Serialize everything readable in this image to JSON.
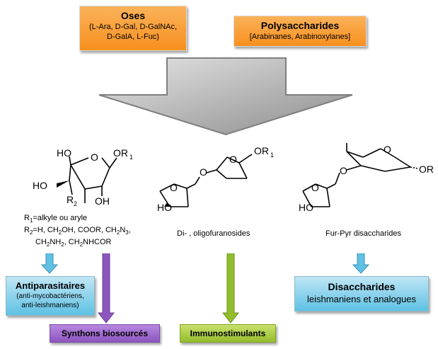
{
  "boxes": {
    "oses": {
      "title": "Oses",
      "line1": "(L-Ara, D-Gal, D-GalNAc,",
      "line2": "D-GalA, L-Fuc)"
    },
    "polysaccharides": {
      "title": "Polysaccharides",
      "subtitle": "[Arabinanes, Arabinoxylanes]"
    },
    "antiparasitaires": {
      "title": "Antiparasitaires",
      "line1": "(anti-mycobactériens,",
      "line2": "anti-leishmaniens)"
    },
    "synthons": {
      "title": "Synthons biosourcés"
    },
    "immuno": {
      "title": "Immunostimulants"
    },
    "disaccharides": {
      "title": "Disaccharides",
      "subtitle": "leishmaniens et analogues"
    }
  },
  "structures": {
    "s1": {
      "ho_top": "HO",
      "or": "OR",
      "or_sub": "1",
      "ho_left": "HO",
      "r": "R",
      "r_sub": "2",
      "oh": "OH"
    },
    "s2": {
      "or": "OR",
      "or_sub": "1",
      "ho": "HO"
    },
    "s3": {
      "or": "OR",
      "ho": "HO"
    }
  },
  "labels": {
    "r1": "R1=alkyle ou aryle",
    "r2_line1": "R2=H, CH2OH, COOR, CH2N3,",
    "r2_line2": "CH2NH2, CH2NHCOR",
    "di_oligo": "Di- , oligofuranosides",
    "fur_pyr": "Fur-Pyr disaccharides"
  },
  "colors": {
    "orange": "#f7901e",
    "blue": "#5fc1e4",
    "purple": "#8d56bf",
    "green": "#93bd2c",
    "big_arrow": "#a6a6a6"
  }
}
